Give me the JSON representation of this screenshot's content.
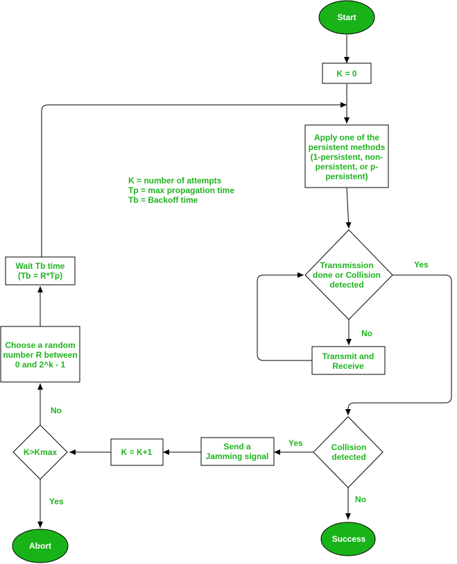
{
  "nodes": {
    "start": "Start",
    "k_init": "K = 0",
    "apply": [
      "Apply one of the",
      "persistent methods",
      "(1-persistent, non-",
      "persistent, or p-",
      "persistent)"
    ],
    "tx_done": [
      "Transmission",
      "done or Collision",
      "detected"
    ],
    "transmit": [
      "Transmit and",
      "Receive"
    ],
    "collision": [
      "Collision",
      "detected"
    ],
    "success": "Success",
    "jam": [
      "Send a",
      "Jamming signal"
    ],
    "k_inc": "K = K+1",
    "kmax": "K>Kmax",
    "abort": "Abort",
    "random": [
      "Choose a random",
      "number R between",
      "0 and 2^k - 1"
    ],
    "wait": [
      "Wait Tb time",
      "(Tb = R*Tp)"
    ]
  },
  "legend": [
    "K = number of attempts",
    "Tp = max propagation time",
    "Tb = Backoff time"
  ],
  "edge_labels": {
    "tx_yes": "Yes",
    "tx_no": "No",
    "col_yes": "Yes",
    "col_no": "No",
    "kmax_no": "No",
    "kmax_yes": "Yes"
  },
  "colors": {
    "accent": "#1db41d",
    "terminal_fill": "#19b319",
    "stroke": "#000000"
  }
}
